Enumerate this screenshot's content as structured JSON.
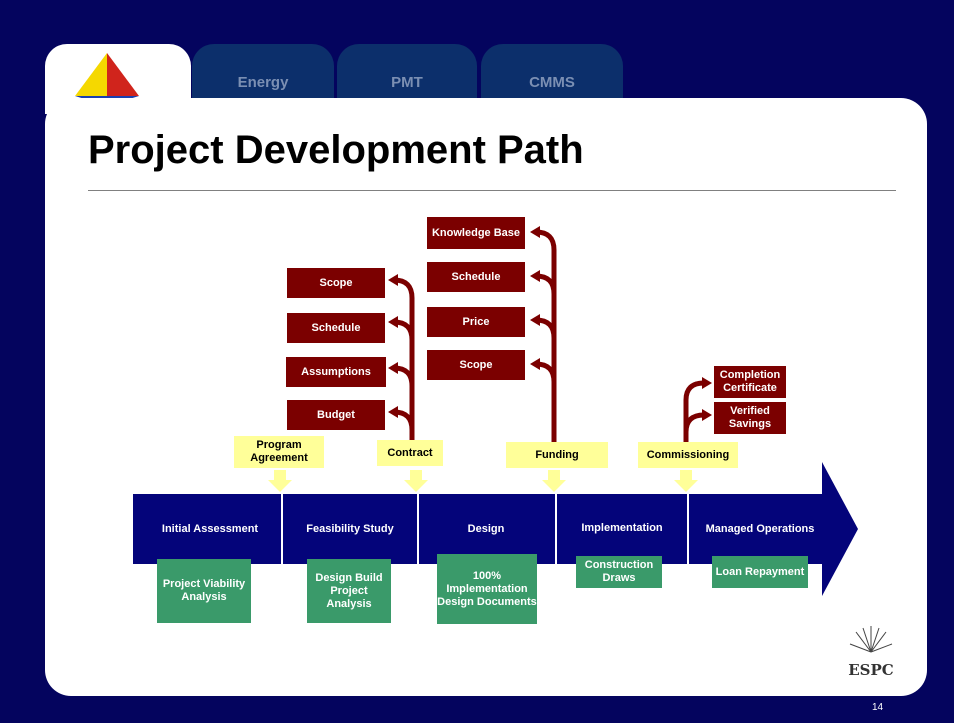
{
  "tabs": [
    "Energy",
    "PMT",
    "CMMS"
  ],
  "title": "Project Development Path",
  "contract_items": [
    "Scope",
    "Schedule",
    "Assumptions",
    "Budget"
  ],
  "funding_items": [
    "Knowledge Base",
    "Schedule",
    "Price",
    "Scope"
  ],
  "commissioning_items": [
    "Completion Certificate",
    "Verified Savings"
  ],
  "milestones": [
    "Program Agreement",
    "Contract",
    "Funding",
    "Commissioning"
  ],
  "stages": [
    "Initial Assessment",
    "Feasibility Study",
    "Design",
    "Implementation",
    "Managed Operations"
  ],
  "deliverables": [
    "Project Viability Analysis",
    "Design Build Project Analysis",
    "100% Implementation Design Documents",
    "Construction Draws",
    "Loan Repayment"
  ],
  "logo_text": "ESPC",
  "page_number": "14",
  "colors": {
    "background": "#04045e",
    "arrow": "#04047a",
    "red": "#7b0000",
    "yellow": "#ffff99",
    "green": "#3a9a6a"
  }
}
